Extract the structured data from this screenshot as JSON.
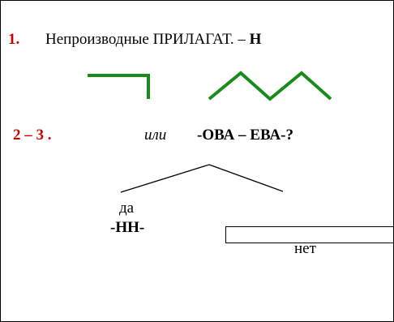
{
  "rule_one": {
    "number": "1.",
    "text": "Непроизводные ПРИЛАГАТ. – ",
    "suffix": "Н"
  },
  "rule_two": {
    "number": "2 – 3 .",
    "conjunction": "или",
    "suffix_question": "-ОВА – ЕВА-?"
  },
  "branch_yes": {
    "label": "да",
    "suffix": "-НН-"
  },
  "branch_no": {
    "label": "нет"
  },
  "colors": {
    "number": "#cc0000",
    "morpheme_marks": "#1a8a1a",
    "text": "#000000"
  },
  "icons": {
    "ending_mark": "ending-bracket-icon",
    "suffix_mark": "zigzag-suffix-icon"
  }
}
